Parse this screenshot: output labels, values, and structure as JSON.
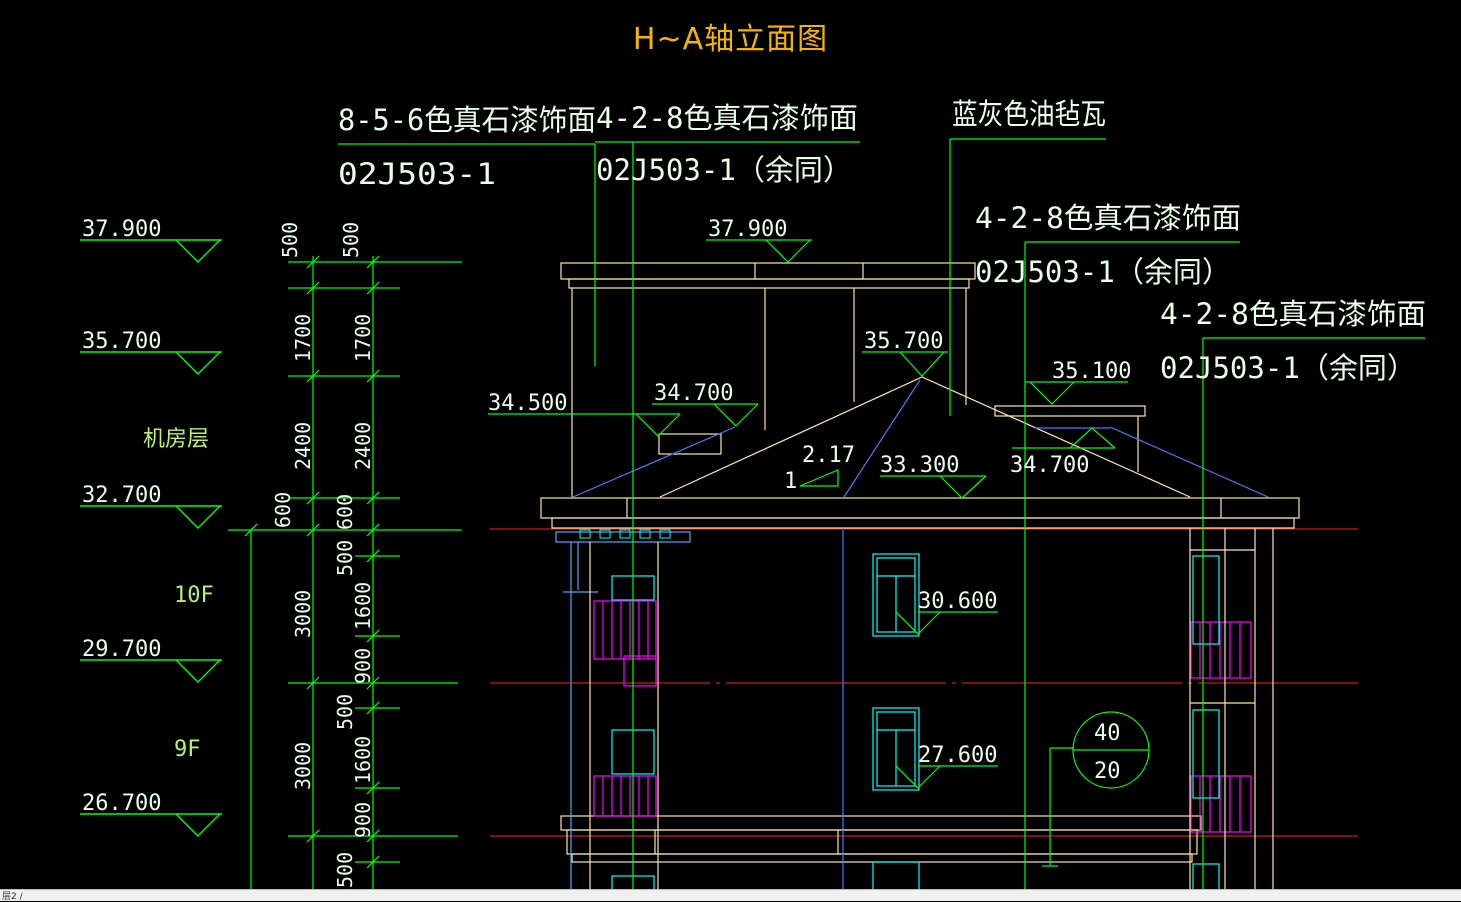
{
  "title": "H~A轴立面图",
  "colors": {
    "background": "#000000",
    "title": "#f5b400",
    "dim_line": "#00ff00",
    "building": "#ffe6a0",
    "axis_line": "#ff2020",
    "window": "#00ffff",
    "railing": "#ff00ff"
  },
  "level_marks_left": [
    "37.900",
    "35.700",
    "32.700",
    "29.700",
    "26.700"
  ],
  "floor_labels": [
    "机房层",
    "10F",
    "9F"
  ],
  "dims_col1": [
    "500",
    "1700",
    "2400",
    "600",
    "3000",
    "3000"
  ],
  "dims_col2": [
    "500",
    "1700",
    "2400",
    "600",
    "500",
    "1600",
    "900",
    "500",
    "1600",
    "900",
    "500"
  ],
  "notes": {
    "n1_line1": "8-5-6色真石漆饰面",
    "n1_line2": "02J503-1",
    "n2_line1": "4-2-8色真石漆饰面",
    "n2_line2": "02J503-1（余同）",
    "n3_line1": "蓝灰色油毡瓦",
    "n4_line1": "4-2-8色真石漆饰面",
    "n4_line2": "02J503-1（余同）",
    "n5_line1": "4-2-8色真石漆饰面",
    "n5_line2": "02J503-1（余同）"
  },
  "elev_marks_building": {
    "top": "37.900",
    "ridge": "35.700",
    "left_eave": "34.500",
    "mid_left": "34.700",
    "right_step": "35.100",
    "right_low": "34.700",
    "roof_base": "33.300",
    "window1": "30.600",
    "window2": "27.600"
  },
  "slope": {
    "rise": "2.17",
    "run": "1"
  },
  "section_symbol": {
    "top": "40",
    "bottom": "20"
  },
  "statusbar_text": "层2 /"
}
